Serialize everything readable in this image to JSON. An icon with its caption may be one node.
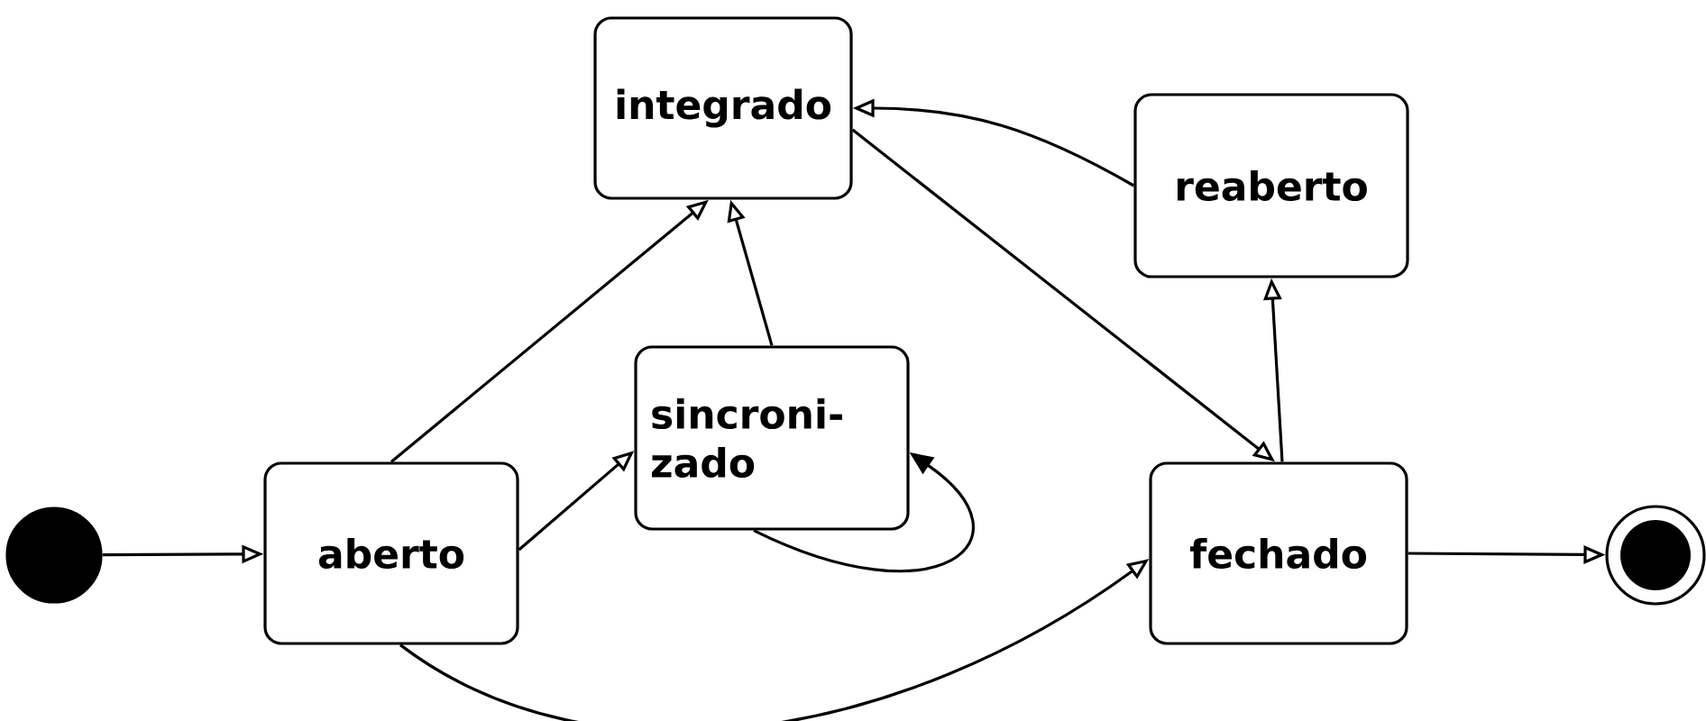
{
  "diagram": {
    "nodes": [
      {
        "text": [],
        "shape": "circle"
      },
      {
        "text": [
          "aberto"
        ]
      },
      {
        "text": [
          "integrado"
        ]
      },
      {
        "text": [
          "sincroni- zado"
        ]
      },
      {
        "text": [
          "reaberto"
        ]
      },
      {
        "text": [
          "fechado"
        ]
      },
      {
        "text": [],
        "shape": "circle"
      }
    ],
    "edges": [
      {
        "from": 0,
        "to": 1,
        "arrow": "to"
      },
      {
        "from": 1,
        "to": 2,
        "arrow": "to"
      },
      {
        "from": 1,
        "to": 3,
        "arrow": "to"
      },
      {
        "from": 3,
        "to": 2,
        "arrow": "to"
      },
      {
        "from": 3,
        "to": 3,
        "arrow": "to"
      },
      {
        "from": 2,
        "to": 5,
        "arrow": "to"
      },
      {
        "from": 4,
        "to": 2,
        "arrow": "to"
      },
      {
        "from": 5,
        "to": 4,
        "arrow": "to"
      },
      {
        "from": 1,
        "to": 5,
        "arrow": "to"
      },
      {
        "from": 5,
        "to": 6,
        "arrow": "to"
      }
    ]
  }
}
